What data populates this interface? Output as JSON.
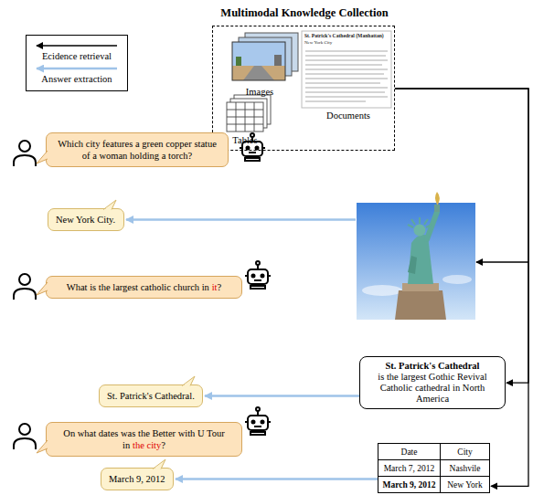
{
  "diagram": {
    "nodes": [
      {
        "text": [
          "Multimodal Knowledge Collection",
          "Images",
          "Tables",
          "Documents"
        ]
      },
      {
        "text": [
          "Which city features a green copper statue of a woman holding a torch?"
        ]
      },
      {
        "text": [
          "New York City."
        ]
      },
      {
        "text": [
          "What is the largest catholic church in",
          "it",
          "?"
        ]
      },
      {
        "text": [
          "St. Patrick's Cathedral",
          "is the largest Gothic Revival Catholic cathedral in North America"
        ]
      },
      {
        "text": [
          "St. Patrick's Cathedral."
        ]
      },
      {
        "text": [
          "On what dates was the Better with U Tour in",
          "the city",
          "?"
        ]
      },
      {
        "text": [
          "March 9, 2012"
        ]
      },
      {
        "text": [
          "Date",
          "City",
          "March 7, 2012",
          "Nashvile",
          "March 9, 2012",
          "New York"
        ]
      }
    ],
    "edges": [
      {
        "from": 0,
        "to": 4,
        "arrow": "to"
      },
      {
        "from": 0,
        "to": 8,
        "arrow": "to"
      },
      {
        "from": 4,
        "to": 5,
        "arrow": "to"
      },
      {
        "from": 8,
        "to": 7,
        "arrow": "to"
      }
    ],
    "labels": [
      "St. Patrick's Cathedral (Manhattan)",
      "New York City"
    ],
    "legend": [
      {
        "text": "Ecidence retrieval"
      },
      {
        "text": "Answer extraction"
      }
    ]
  }
}
